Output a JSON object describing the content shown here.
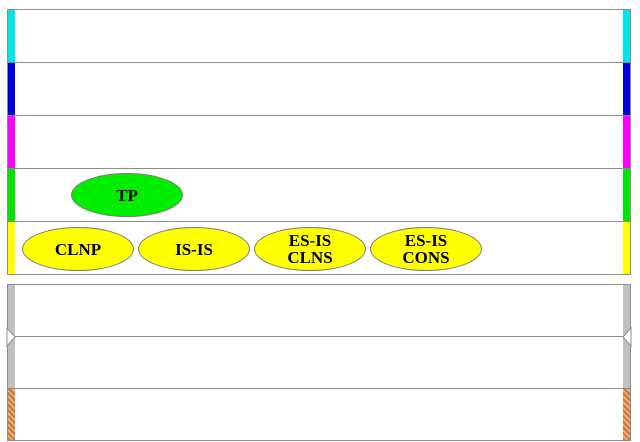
{
  "colors": {
    "layer_border": "#8c8c8c",
    "application": "#00e5e5",
    "presentation": "#0000dd",
    "session": "#ff00ff",
    "transport": "#00e500",
    "network": "#ffff00",
    "lower": "#c0c0c0",
    "physical": "#c8733a",
    "pill_green": "#00ee00",
    "pill_yellow": "#ffff00"
  },
  "protocols": {
    "transport": [
      {
        "lines": [
          "TP"
        ]
      }
    ],
    "network": [
      {
        "lines": [
          "CLNP"
        ]
      },
      {
        "lines": [
          "IS-IS"
        ]
      },
      {
        "lines": [
          "ES-IS",
          "CLNS"
        ]
      },
      {
        "lines": [
          "ES-IS",
          "CONS"
        ]
      }
    ]
  }
}
